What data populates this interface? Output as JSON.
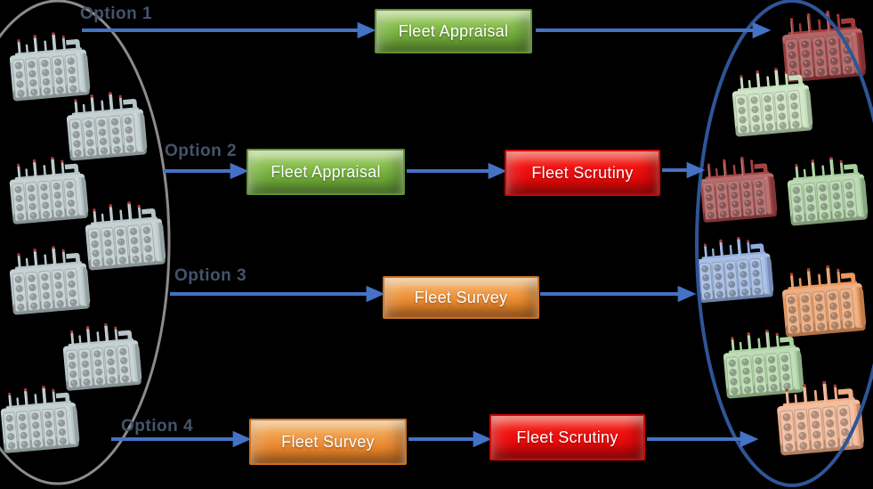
{
  "diagram": {
    "options": [
      {
        "label": "Option 1",
        "steps": [
          {
            "label": "Fleet Appraisal",
            "color": "#76B041"
          }
        ]
      },
      {
        "label": "Option 2",
        "steps": [
          {
            "label": "Fleet Appraisal",
            "color": "#76B041"
          },
          {
            "label": "Fleet Scrutiny",
            "color": "#E81010"
          }
        ]
      },
      {
        "label": "Option 3",
        "steps": [
          {
            "label": "Fleet Survey",
            "color": "#E8893A"
          }
        ]
      },
      {
        "label": "Option 4",
        "steps": [
          {
            "label": "Fleet Survey",
            "color": "#E8893A"
          },
          {
            "label": "Fleet Scrutiny",
            "color": "#E81010"
          }
        ]
      }
    ],
    "left_fleet": {
      "count": 7,
      "tint": "#B6C5C7"
    },
    "right_fleet": {
      "count": 8,
      "tints": [
        "#9E3A3A",
        "#C3DEB8",
        "#A34444",
        "#A7CE9C",
        "#90ADDD",
        "#E9985F",
        "#ABD3A0",
        "#F0AC86"
      ]
    },
    "colors": {
      "arrow": "#4472C4",
      "option_label": "#44546A",
      "left_ellipse": "#8C8C8C",
      "right_ellipse": "#2F5597",
      "background": "#000000",
      "bushing_tip": "#B03A30"
    }
  }
}
